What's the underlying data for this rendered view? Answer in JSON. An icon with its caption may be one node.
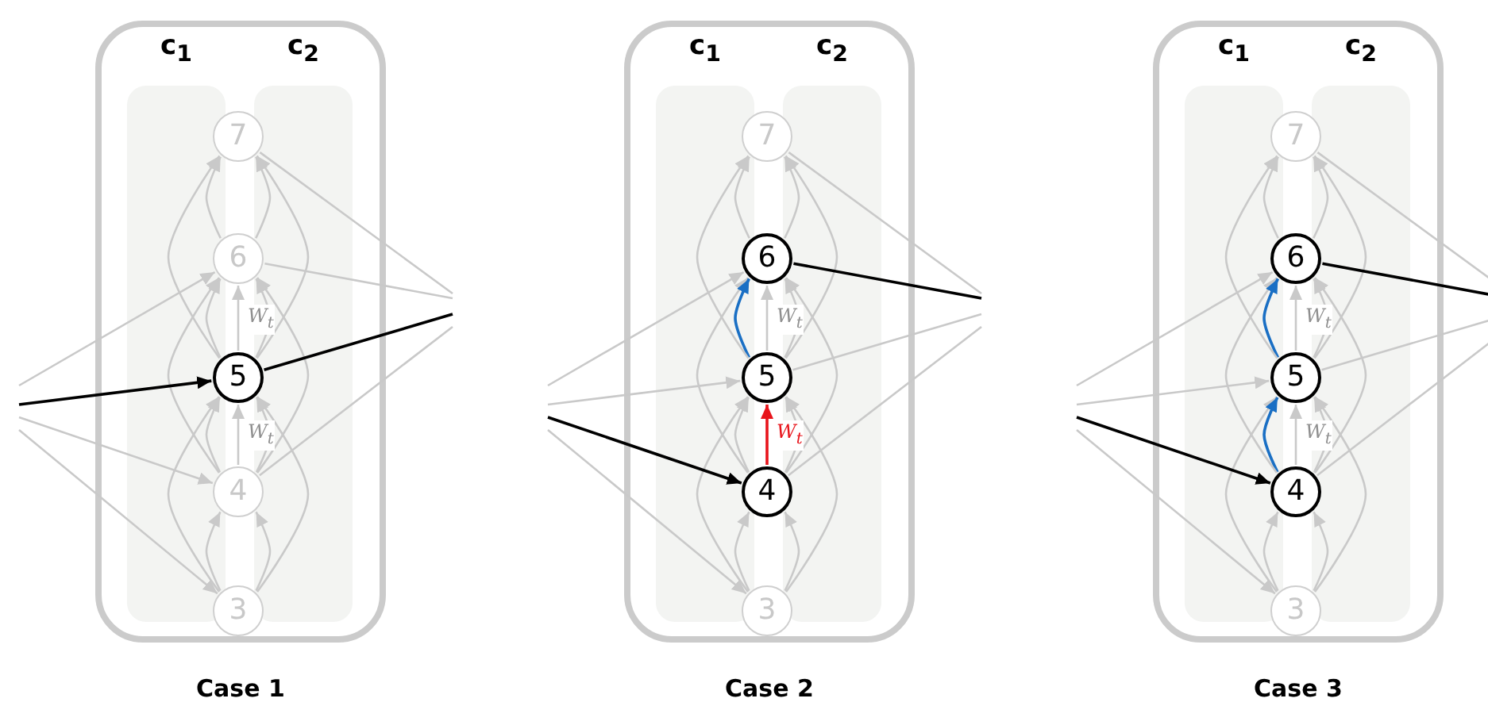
{
  "diagram": {
    "nodes": [
      {
        "text": [],
        "shape": "box",
        "beside": [
          "Case 1"
        ]
      },
      {
        "text": [
          "7"
        ],
        "in": 0
      },
      {
        "text": [
          "6"
        ],
        "in": 0
      },
      {
        "text": [
          "5"
        ],
        "in": 0
      },
      {
        "text": [
          "4"
        ],
        "in": 0
      },
      {
        "text": [
          "3"
        ],
        "in": 0
      },
      {
        "text": [],
        "shape": "box",
        "beside": [
          "Case 2"
        ]
      },
      {
        "text": [
          "7"
        ],
        "in": 6
      },
      {
        "text": [
          "6"
        ],
        "in": 6
      },
      {
        "text": [
          "5"
        ],
        "in": 6
      },
      {
        "text": [
          "4"
        ],
        "in": 6
      },
      {
        "text": [
          "3"
        ],
        "in": 6
      },
      {
        "text": [],
        "shape": "box",
        "beside": [
          "Case 3"
        ]
      },
      {
        "text": [
          "7"
        ],
        "in": 12
      },
      {
        "text": [
          "6"
        ],
        "in": 12
      },
      {
        "text": [
          "5"
        ],
        "in": 12
      },
      {
        "text": [
          "4"
        ],
        "in": 12
      },
      {
        "text": [
          "3"
        ],
        "in": 12
      }
    ],
    "edges": [
      {
        "from": 5,
        "to": 4,
        "arrow": "to"
      },
      {
        "from": 5,
        "to": 4,
        "arrow": "to"
      },
      {
        "from": 5,
        "to": 3,
        "arrow": "to"
      },
      {
        "from": 5,
        "to": 3,
        "arrow": "to"
      },
      {
        "from": 4,
        "to": 3,
        "arrow": "to",
        "label": "W$_{t}$"
      },
      {
        "from": 4,
        "to": 3,
        "arrow": "to"
      },
      {
        "from": 4,
        "to": 3,
        "arrow": "to"
      },
      {
        "from": 4,
        "to": 2,
        "arrow": "to"
      },
      {
        "from": 4,
        "to": 2,
        "arrow": "to"
      },
      {
        "from": 3,
        "to": 2,
        "arrow": "to",
        "label": "W$_{t}$"
      },
      {
        "from": 3,
        "to": 2,
        "arrow": "to"
      },
      {
        "from": 3,
        "to": 2,
        "arrow": "to"
      },
      {
        "from": 3,
        "to": 1,
        "arrow": "to"
      },
      {
        "from": 3,
        "to": 1,
        "arrow": "to"
      },
      {
        "from": 2,
        "to": 1,
        "arrow": "to"
      },
      {
        "from": 2,
        "to": 1,
        "arrow": "to"
      },
      {
        "from": null,
        "to": 2,
        "arrow": "to"
      },
      {
        "from": null,
        "to": 3,
        "arrow": "to",
        "color": "#000000"
      },
      {
        "from": null,
        "to": 4,
        "arrow": "to"
      },
      {
        "from": null,
        "to": 5,
        "arrow": "to"
      },
      {
        "from": 1,
        "to": null,
        "arrow": "none"
      },
      {
        "from": 2,
        "to": null,
        "arrow": "none"
      },
      {
        "from": 3,
        "to": null,
        "arrow": "none",
        "color": "#000000"
      },
      {
        "from": 4,
        "to": null,
        "arrow": "none"
      },
      {
        "from": 11,
        "to": 10,
        "arrow": "to"
      },
      {
        "from": 11,
        "to": 10,
        "arrow": "to"
      },
      {
        "from": 11,
        "to": 9,
        "arrow": "to"
      },
      {
        "from": 11,
        "to": 9,
        "arrow": "to"
      },
      {
        "from": 10,
        "to": 9,
        "arrow": "to",
        "label": "W$_{t}$",
        "color": "#e8141b"
      },
      {
        "from": 10,
        "to": 9,
        "arrow": "to"
      },
      {
        "from": 10,
        "to": 9,
        "arrow": "to"
      },
      {
        "from": 10,
        "to": 8,
        "arrow": "to"
      },
      {
        "from": 10,
        "to": 8,
        "arrow": "to"
      },
      {
        "from": 9,
        "to": 8,
        "arrow": "to",
        "label": "W$_{t}$"
      },
      {
        "from": 9,
        "to": 8,
        "arrow": "to",
        "color": "#1a6fc4"
      },
      {
        "from": 9,
        "to": 8,
        "arrow": "to"
      },
      {
        "from": 9,
        "to": 7,
        "arrow": "to"
      },
      {
        "from": 9,
        "to": 7,
        "arrow": "to"
      },
      {
        "from": 8,
        "to": 7,
        "arrow": "to"
      },
      {
        "from": 8,
        "to": 7,
        "arrow": "to"
      },
      {
        "from": null,
        "to": 8,
        "arrow": "to"
      },
      {
        "from": null,
        "to": 9,
        "arrow": "to"
      },
      {
        "from": null,
        "to": 10,
        "arrow": "to",
        "color": "#000000"
      },
      {
        "from": null,
        "to": 11,
        "arrow": "to"
      },
      {
        "from": 7,
        "to": null,
        "arrow": "none"
      },
      {
        "from": 8,
        "to": null,
        "arrow": "none",
        "color": "#000000"
      },
      {
        "from": 9,
        "to": null,
        "arrow": "none"
      },
      {
        "from": 10,
        "to": null,
        "arrow": "none"
      },
      {
        "from": 17,
        "to": 16,
        "arrow": "to"
      },
      {
        "from": 17,
        "to": 16,
        "arrow": "to"
      },
      {
        "from": 17,
        "to": 15,
        "arrow": "to"
      },
      {
        "from": 17,
        "to": 15,
        "arrow": "to"
      },
      {
        "from": 16,
        "to": 15,
        "arrow": "to",
        "label": "W$_{t}$"
      },
      {
        "from": 16,
        "to": 15,
        "arrow": "to",
        "color": "#1a6fc4"
      },
      {
        "from": 16,
        "to": 15,
        "arrow": "to"
      },
      {
        "from": 16,
        "to": 14,
        "arrow": "to"
      },
      {
        "from": 16,
        "to": 14,
        "arrow": "to"
      },
      {
        "from": 15,
        "to": 14,
        "arrow": "to",
        "label": "W$_{t}$"
      },
      {
        "from": 15,
        "to": 14,
        "arrow": "to",
        "color": "#1a6fc4"
      },
      {
        "from": 15,
        "to": 14,
        "arrow": "to"
      },
      {
        "from": 15,
        "to": 13,
        "arrow": "to"
      },
      {
        "from": 15,
        "to": 13,
        "arrow": "to"
      },
      {
        "from": 14,
        "to": 13,
        "arrow": "to"
      },
      {
        "from": 14,
        "to": 13,
        "arrow": "to"
      },
      {
        "from": null,
        "to": 14,
        "arrow": "to"
      },
      {
        "from": null,
        "to": 15,
        "arrow": "to"
      },
      {
        "from": null,
        "to": 16,
        "arrow": "to",
        "color": "#000000"
      },
      {
        "from": null,
        "to": 17,
        "arrow": "to"
      },
      {
        "from": 13,
        "to": null,
        "arrow": "none"
      },
      {
        "from": 14,
        "to": null,
        "arrow": "none",
        "color": "#000000"
      },
      {
        "from": 15,
        "to": null,
        "arrow": "none"
      },
      {
        "from": 16,
        "to": null,
        "arrow": "none"
      }
    ],
    "labels": [
      "c$_{1}$",
      "c$_{2}$",
      "c$_{1}$",
      "c$_{2}$",
      "c$_{1}$",
      "c$_{2}$"
    ]
  }
}
